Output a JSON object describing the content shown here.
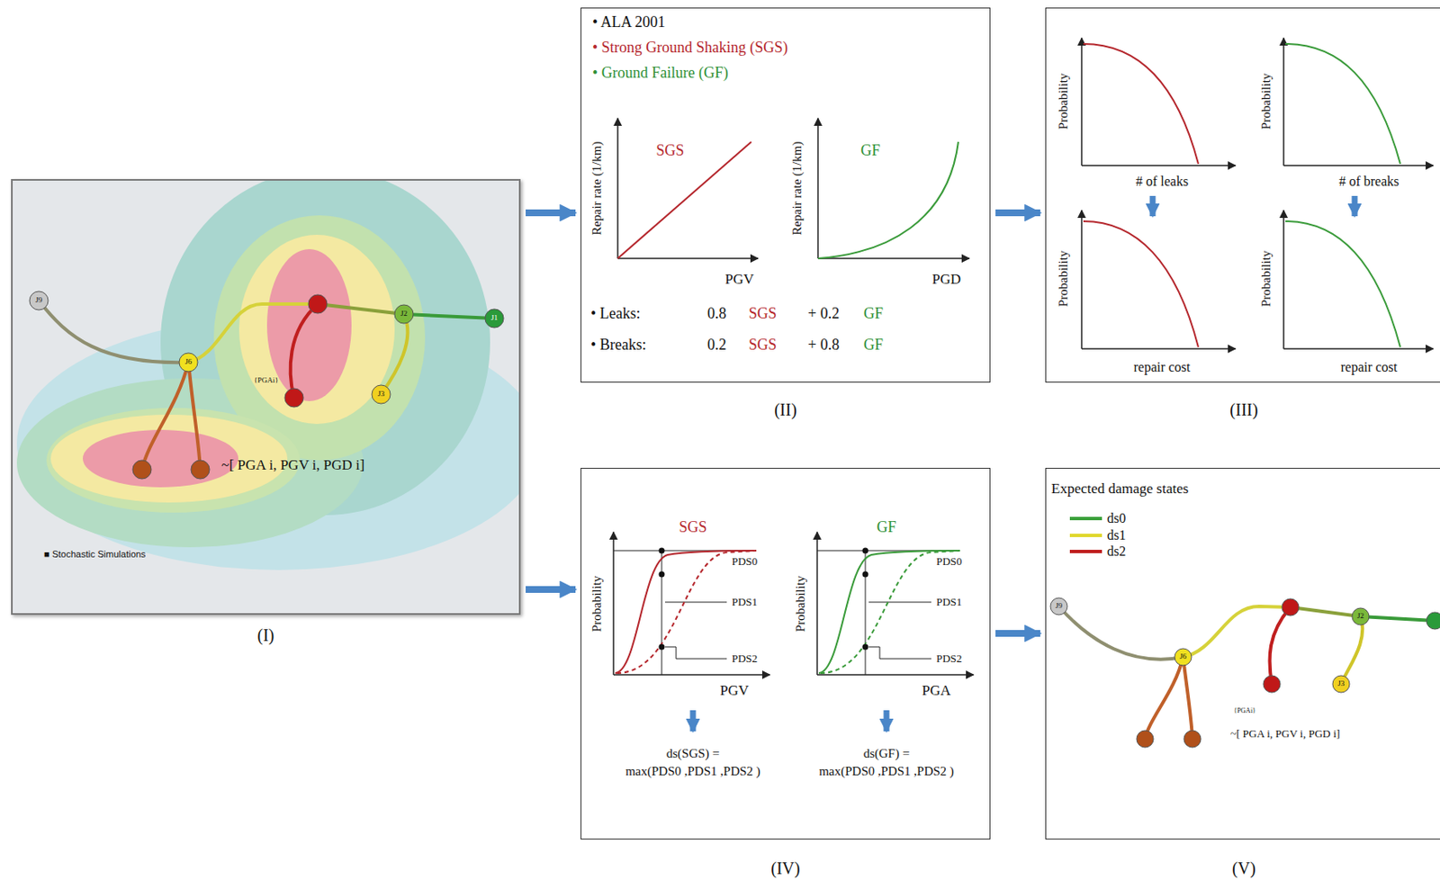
{
  "diagram": {
    "nodes": [
      {
        "text": [
          "(I)"
        ]
      },
      {
        "text": [
          "(II)"
        ]
      },
      {
        "text": [
          "(III)"
        ]
      },
      {
        "text": [
          "(IV)"
        ]
      },
      {
        "text": [
          "(V)"
        ]
      }
    ],
    "edges": [
      {
        "from": 0,
        "to": 1,
        "arrow": "to"
      },
      {
        "from": 1,
        "to": 2,
        "arrow": "to"
      },
      {
        "from": 0,
        "to": 3,
        "arrow": "to"
      },
      {
        "from": 3,
        "to": 4,
        "arrow": "to"
      }
    ],
    "labels": [
      "J9",
      "J6",
      "J2",
      "J1",
      "J3",
      "{PGAi}",
      "~[ PGA i, PGV i, PGD i]",
      "■ Stochastic Simulations",
      "• ALA 2001",
      "• Strong Ground Shaking (SGS)",
      "• Ground Failure (GF)",
      "Repair rate (1/km)",
      "SGS",
      "PGV",
      "Repair rate (1/km)",
      "GF",
      "PGD",
      "• Leaks:",
      "0.8",
      "SGS",
      "+ 0.2",
      "GF",
      "• Breaks:",
      "0.2",
      "SGS",
      "+ 0.8",
      "GF",
      "Probability",
      "# of leaks",
      "Probability",
      "# of breaks",
      "Probability",
      "repair cost",
      "Probability",
      "repair cost",
      "SGS",
      "Probability",
      "PDS0",
      "PDS1",
      "PDS2",
      "PGV",
      "ds(SGS) =",
      "max(PDS0 ,PDS1 ,PDS2 )",
      "GF",
      "Probability",
      "PDS0",
      "PDS1",
      "PDS2",
      "PGA",
      "ds(GF) =",
      "max(PDS0 ,PDS1 ,PDS2 )",
      "Expected damage states",
      "J9",
      "J6",
      "J2",
      "J3",
      "{PGAi}",
      "~[ PGA i, PGV i, PGD i]"
    ],
    "legend": [
      {
        "text": "ds0"
      },
      {
        "text": "ds1"
      },
      {
        "text": "ds2"
      }
    ]
  }
}
